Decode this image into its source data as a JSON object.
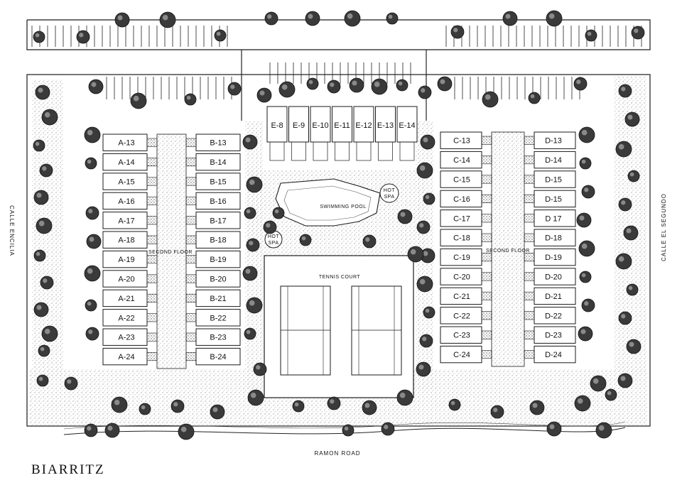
{
  "title": "BIARRITZ",
  "streets": {
    "bottom": "RAMON ROAD",
    "left": "CALLE ENCILIA",
    "right": "CALLE EL SEGUNDO"
  },
  "amenities": {
    "pool": "SWIMMING POOL",
    "spa_top": [
      "HOT",
      "SPA"
    ],
    "spa_left": [
      "HOT",
      "SPA"
    ],
    "tennis": "TENNIS COURT"
  },
  "floor_labels": {
    "left": "SECOND FLOOR",
    "right": "SECOND FLOOR"
  },
  "buildings": {
    "A": [
      "A-13",
      "A-14",
      "A-15",
      "A-16",
      "A-17",
      "A-18",
      "A-19",
      "A-20",
      "A-21",
      "A-22",
      "A-23",
      "A-24"
    ],
    "B": [
      "B-13",
      "B-14",
      "B-15",
      "B-16",
      "B-17",
      "B-18",
      "B-19",
      "B-20",
      "B-21",
      "B-22",
      "B-23",
      "B-24"
    ],
    "C": [
      "C-13",
      "C-14",
      "C-15",
      "C-16",
      "C-17",
      "C-18",
      "C-19",
      "C-20",
      "C-21",
      "C-22",
      "C-23",
      "C-24"
    ],
    "D": [
      "D-13",
      "D-14",
      "D-15",
      "D-15",
      "D 17",
      "D-18",
      "D-19",
      "D-20",
      "D-21",
      "D-22",
      "D-23",
      "D-24"
    ],
    "E": [
      "E-8",
      "E-9",
      "E-10",
      "E-11",
      "E-12",
      "E-13",
      "E-14"
    ]
  },
  "colors": {
    "ink": "#1a1a1a",
    "paper": "#ffffff",
    "stipple": "#8a8a8a"
  }
}
